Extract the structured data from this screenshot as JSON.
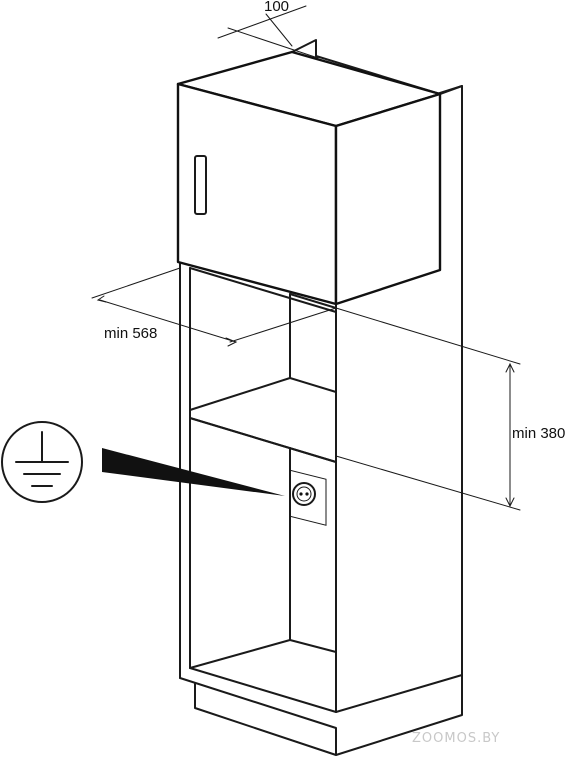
{
  "dimensions": {
    "depth_offset": "100",
    "niche_depth": "min 568",
    "niche_height": "min 380"
  },
  "watermark": "ZOOMOS.BY",
  "icons": {
    "ground_symbol": "ground-icon",
    "socket": "power-socket-icon",
    "pointer": "arrow-pointer-icon"
  }
}
